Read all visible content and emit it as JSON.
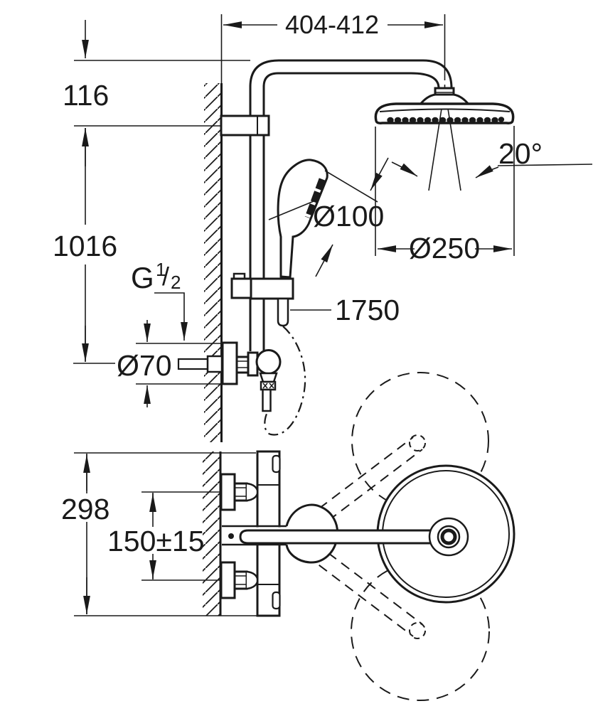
{
  "meta": {
    "title": "Shower system technical dimension drawing"
  },
  "dimensions": {
    "top_width": "404-412",
    "top_offset": "116",
    "column_height": "1016",
    "spray_angle": "20°",
    "hand_shower_diameter": "Ø100",
    "head_shower_diameter": "Ø250",
    "thread": {
      "letter": "G",
      "numerator": "1",
      "slash": "/",
      "denominator": "2"
    },
    "hose_length": "1750",
    "escutcheon_diameter": "Ø70",
    "body_height": "298",
    "supply_distance": "150±15"
  }
}
